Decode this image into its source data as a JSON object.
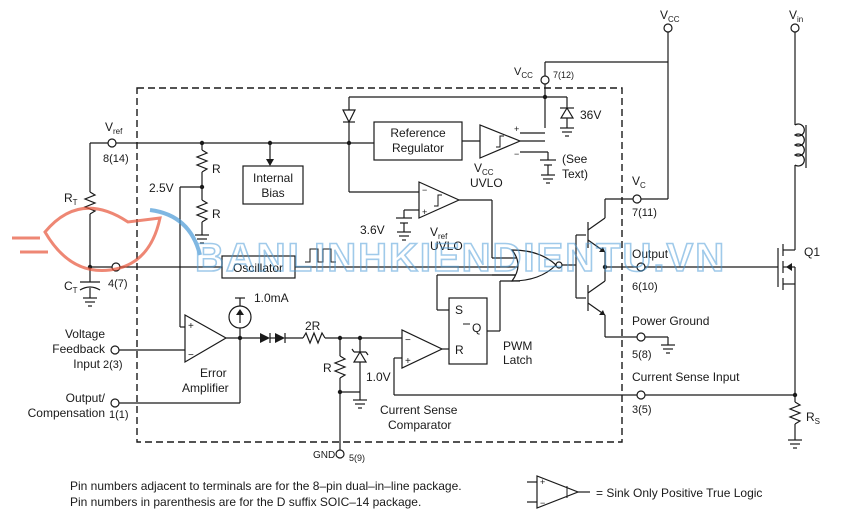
{
  "labels": {
    "vcc_top": "V",
    "vcc_top_sub": "CC",
    "vin_top": "V",
    "vin_top_sub": "in",
    "vcc_pin": "V",
    "vcc_pin_sub": "CC",
    "vcc_pin_num": "7(12)",
    "zener_36": "36V",
    "vref": "V",
    "vref_sub": "ref",
    "vref_pin": "8(14)",
    "ref_reg_1": "Reference",
    "ref_reg_2": "Regulator",
    "uvlo_1": "V",
    "uvlo_1_sub": "CC",
    "uvlo_2": "UVLO",
    "see_text_1": "(See",
    "see_text_2": "Text)",
    "vc": "V",
    "vc_sub": "C",
    "vc_pin": "7(11)",
    "r1": "R",
    "r2": "R",
    "v25": "2.5V",
    "internal_bias_1": "Internal",
    "internal_bias_2": "Bias",
    "rt": "R",
    "rt_sub": "T",
    "v36": "3.6V",
    "vref_uvlo_1": "V",
    "vref_uvlo_1_sub": "ref",
    "vref_uvlo_2": "UVLO",
    "oscillator": "Oscillator",
    "ct": "C",
    "ct_sub": "T",
    "ct_pin": "4(7)",
    "output": "Output",
    "output_pin": "6(10)",
    "q1": "Q1",
    "current_1ma": "1.0mA",
    "r2r": "2R",
    "latch_s": "S",
    "latch_r": "R",
    "latch_q": "Q",
    "pwm_latch_1": "PWM",
    "pwm_latch_2": "Latch",
    "power_ground": "Power Ground",
    "power_ground_pin": "5(8)",
    "vfb_1": "Voltage",
    "vfb_2": "Feedback",
    "vfb_3": "Input",
    "vfb_pin": "2(3)",
    "r3": "R",
    "v10": "1.0V",
    "err_amp_1": "Error",
    "err_amp_2": "Amplifier",
    "cs_input": "Current Sense Input",
    "cs_pin": "3(5)",
    "comp_1": "Output/",
    "comp_2": "Compensation",
    "comp_pin": "1(1)",
    "cs_comp_1": "Current Sense",
    "cs_comp_2": "Comparator",
    "rs": "R",
    "rs_sub": "S",
    "gnd": "GND",
    "gnd_pin": "5(9)"
  },
  "notes": {
    "line1": "Pin numbers adjacent to terminals are for the 8–pin dual–in–line package.",
    "line2": "Pin numbers in parenthesis are for the D suffix SOIC–14 package.",
    "legend": "= Sink Only Positive True Logic"
  },
  "watermark": "BANLINHKIENDIENTU.VN",
  "colors": {
    "ink": "#1a1a1a",
    "watermark_blue": "#4a9ad6",
    "watermark_red": "#e8553a"
  }
}
